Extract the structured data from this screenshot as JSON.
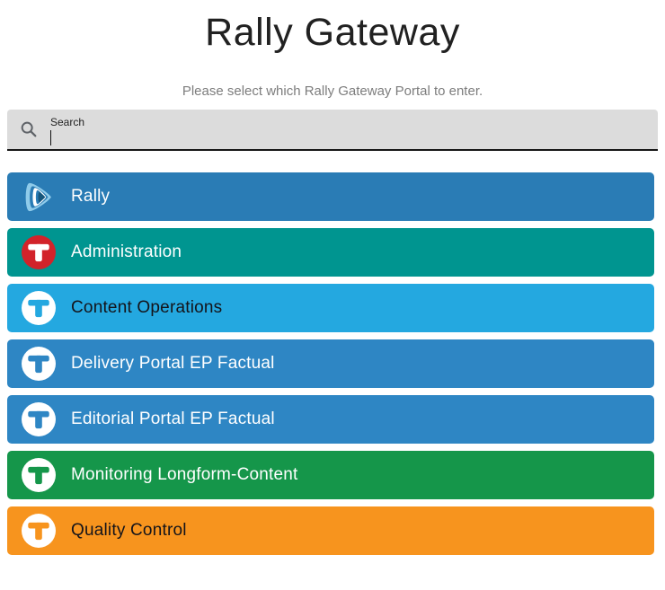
{
  "page": {
    "title": "Rally Gateway",
    "subtitle": "Please select which Rally Gateway Portal to enter."
  },
  "search": {
    "label": "Search",
    "value": "",
    "icon": "search-icon",
    "icon_color": "#5f6368",
    "background": "#dcdcdc",
    "underline_color": "#161616"
  },
  "portals": [
    {
      "label": "Rally",
      "bg": "#2a7cb5",
      "text": "#ffffff",
      "icon": "rally-logo-icon"
    },
    {
      "label": "Administration",
      "bg": "#009590",
      "text": "#ffffff",
      "icon": "t-logo-icon",
      "icon_bg": "#d2232a",
      "icon_fg": "#ffffff"
    },
    {
      "label": "Content Operations",
      "bg": "#24a8e0",
      "text": "#14141a",
      "icon": "t-logo-icon",
      "icon_bg": "#ffffff",
      "icon_fg": "#24a8e0"
    },
    {
      "label": "Delivery Portal EP Factual",
      "bg": "#2e86c4",
      "text": "#ffffff",
      "icon": "t-logo-icon",
      "icon_bg": "#ffffff",
      "icon_fg": "#2e86c4"
    },
    {
      "label": "Editorial Portal EP Factual",
      "bg": "#2e86c4",
      "text": "#ffffff",
      "icon": "t-logo-icon",
      "icon_bg": "#ffffff",
      "icon_fg": "#2e86c4"
    },
    {
      "label": "Monitoring Longform-Content",
      "bg": "#15964a",
      "text": "#ffffff",
      "icon": "t-logo-icon",
      "icon_bg": "#ffffff",
      "icon_fg": "#15964a"
    },
    {
      "label": "Quality Control",
      "bg": "#f7941e",
      "text": "#14141a",
      "icon": "t-logo-icon",
      "icon_bg": "#ffffff",
      "icon_fg": "#f7941e"
    }
  ]
}
